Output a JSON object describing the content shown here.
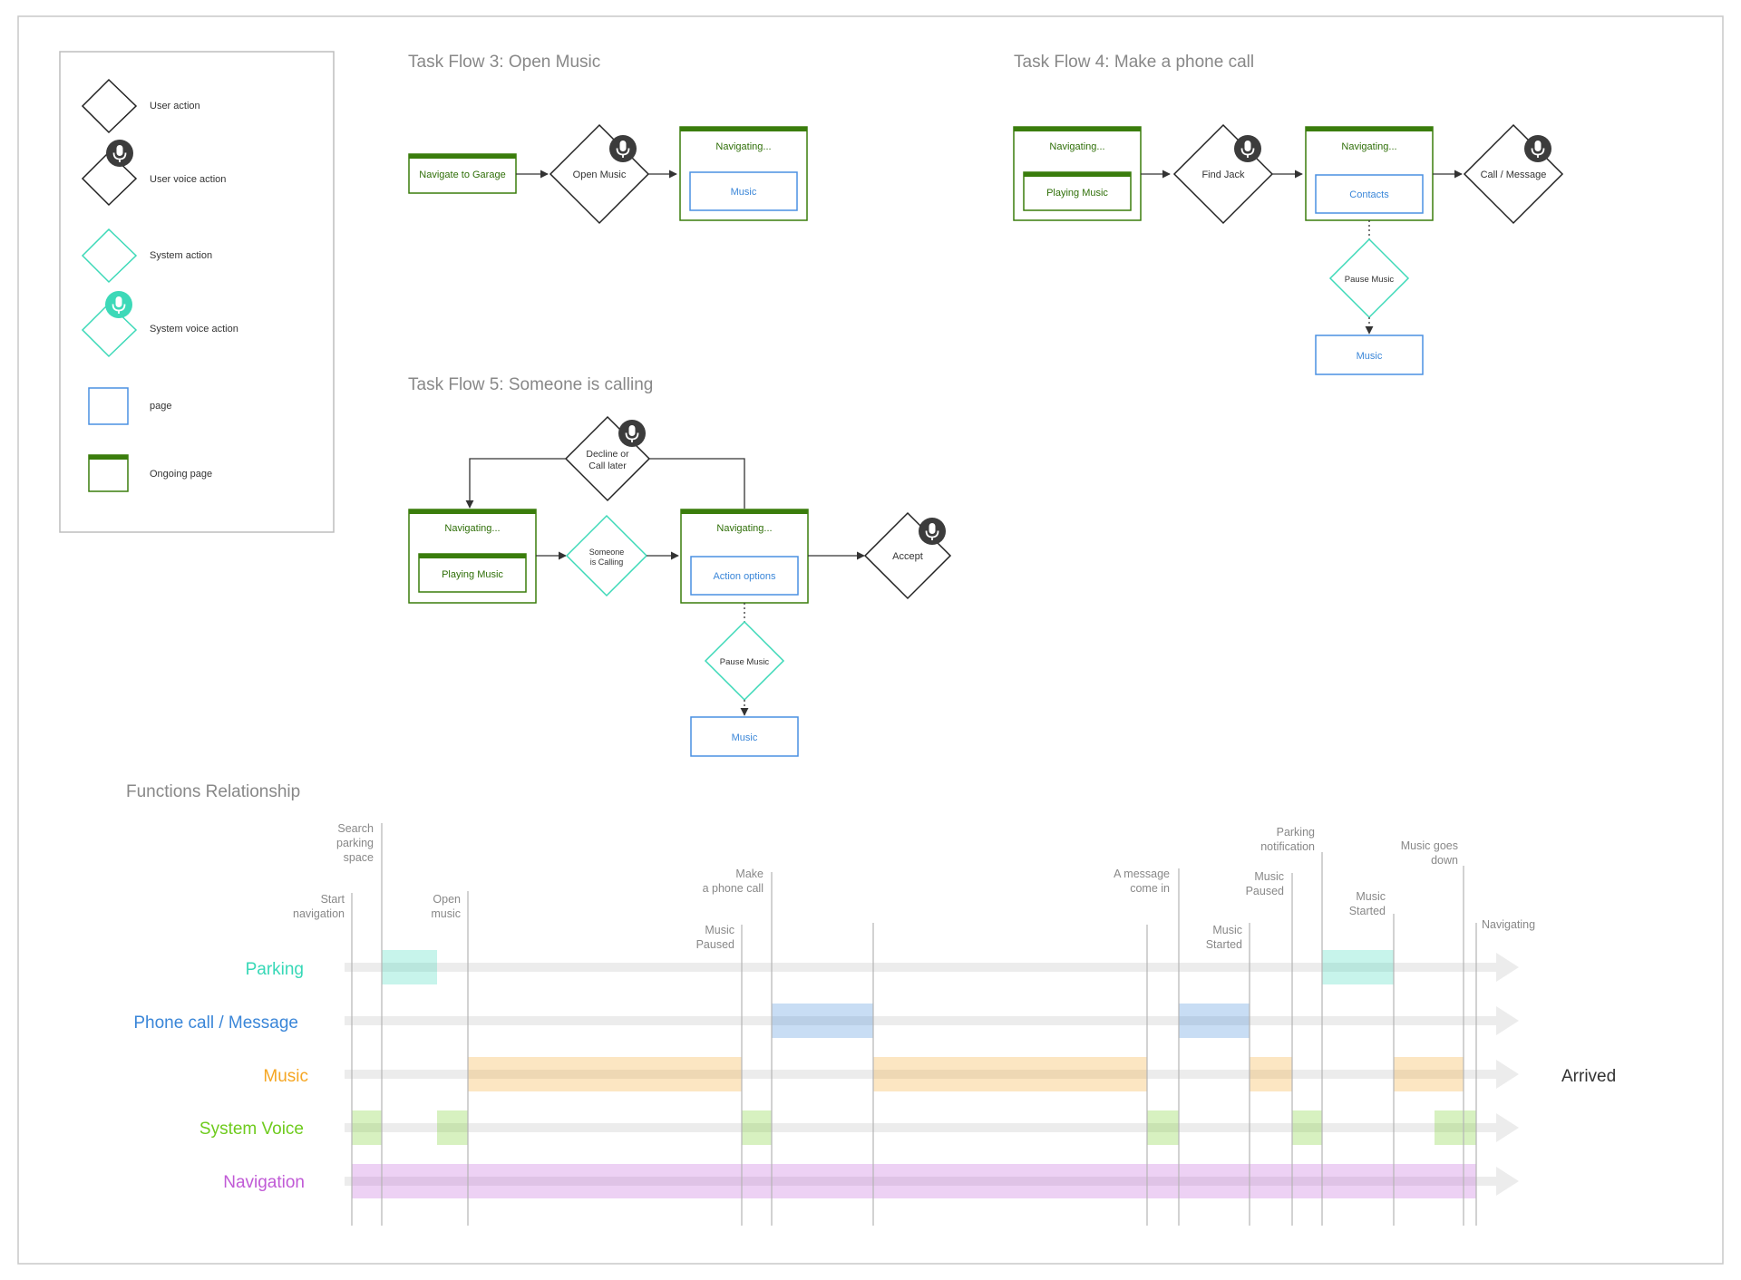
{
  "colors": {
    "user": "#222222",
    "system": "#3dd9b8",
    "page": "#4a90e2",
    "ongoing": "#3a7d0c",
    "ongoing_text": "#2f6f08",
    "page_text": "#3a86d8",
    "heading": "#888888",
    "label": "#333333",
    "mic_user": "#3c3c3c",
    "mic_system": "#3dd9b8",
    "line": "#b5b5b5",
    "track": "#ececec",
    "parking": "#37d8b7",
    "phone": "#3a86d8",
    "music": "#f5a623",
    "voice": "#6ecb1d",
    "navigation": "#c05ad6"
  },
  "legend": {
    "user_action": "User action",
    "user_voice_action": "User voice action",
    "system_action": "System action",
    "system_voice_action": "System voice action",
    "page": "page",
    "ongoing_page": "Ongoing page"
  },
  "flow3": {
    "title": "Task Flow 3: Open Music",
    "start": "Navigate to Garage",
    "action": "Open Music",
    "page_title": "Navigating...",
    "inner": "Music"
  },
  "flow4": {
    "title": "Task Flow 4: Make a phone call",
    "page1_title": "Navigating...",
    "page1_inner": "Playing Music",
    "action1": "Find Jack",
    "page2_title": "Navigating...",
    "page2_inner": "Contacts",
    "action2": "Call / Message",
    "system": "Pause Music",
    "result": "Music"
  },
  "flow5": {
    "title": "Task Flow 5: Someone is calling",
    "decline_line1": "Decline or",
    "decline_line2": "Call later",
    "page1_title": "Navigating...",
    "page1_inner": "Playing Music",
    "system_line1": "Someone",
    "system_line2": "is Calling",
    "page2_title": "Navigating...",
    "page2_inner": "Action options",
    "accept": "Accept",
    "pause": "Pause Music",
    "result": "Music"
  },
  "relationship": {
    "title": "Functions Relationship",
    "rows": [
      "Parking",
      "Phone call / Message",
      "Music",
      "System Voice",
      "Navigation"
    ],
    "arrived": "Arrived",
    "events": [
      {
        "l1": "Start",
        "l2": "navigation"
      },
      {
        "l1": "Search",
        "l2": "parking",
        "l3": "space"
      },
      {
        "l1": "Open",
        "l2": "music"
      },
      {
        "l1": "Music",
        "l2": "Paused"
      },
      {
        "l1": "Make",
        "l2": "a phone call"
      },
      {
        "l1": "A message",
        "l2": "come in"
      },
      {
        "l1": "Music",
        "l2": "Started"
      },
      {
        "l1": "Music",
        "l2": "Paused"
      },
      {
        "l1": "Parking",
        "l2": "notification"
      },
      {
        "l1": "Music",
        "l2": "Started"
      },
      {
        "l1": "Music   goes",
        "l2": "down"
      },
      {
        "l1": "Navigating"
      }
    ]
  }
}
